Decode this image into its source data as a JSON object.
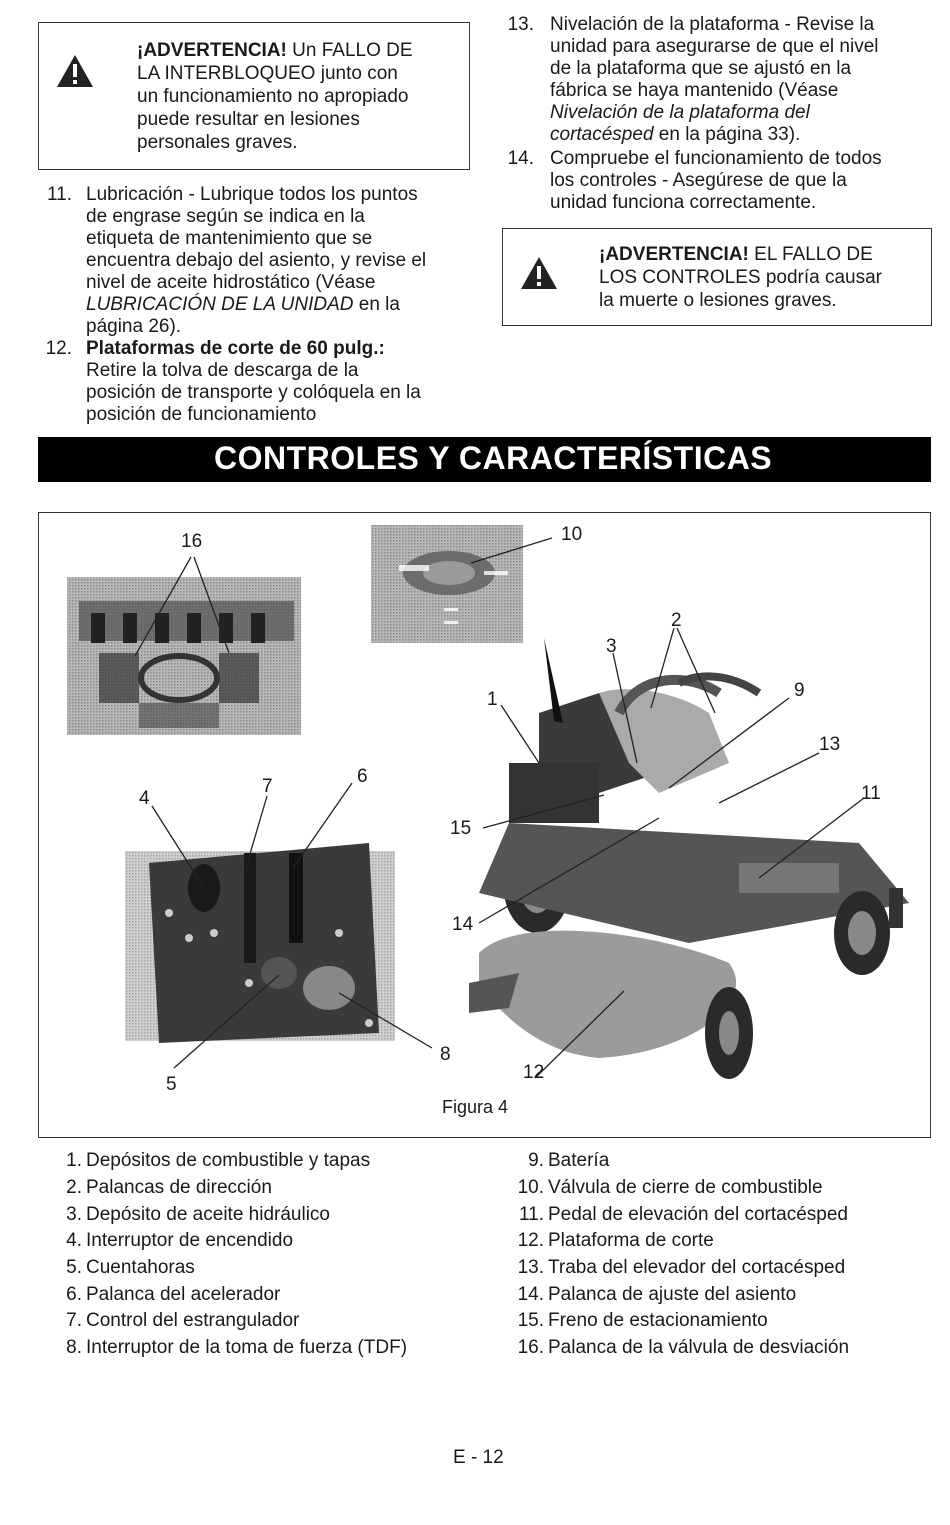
{
  "warning1": {
    "label": "¡ADVERTENCIA!",
    "line1_rest": " Un FALLO DE",
    "line2": "LA INTERBLOQUEO junto con",
    "line3": "un funcionamiento no apropiado",
    "line4": "puede resultar en lesiones",
    "line5": "personales graves."
  },
  "items_left": {
    "i11": {
      "num": "11.",
      "l1": "Lubricación - Lubrique todos los puntos",
      "l2": "de engrase según se indica en la",
      "l3": "etiqueta de mantenimiento que se",
      "l4": "encuentra debajo del asiento, y revise el",
      "l5": "nivel de aceite hidrostático (Véase",
      "l6_italic": "LUBRICACIÓN DE LA UNIDAD",
      "l6_rest": " en la",
      "l7": "página 26)."
    },
    "i12": {
      "num": "12.",
      "l1_bold": "Plataformas de corte de 60 pulg.:",
      "l2": "Retire la tolva de descarga de la",
      "l3": "posición de transporte y colóquela en la",
      "l4": "posición de funcionamiento"
    }
  },
  "items_right": {
    "i13": {
      "num": "13.",
      "l1": "Nivelación de la plataforma - Revise la",
      "l2": "unidad para asegurarse de que el nivel",
      "l3": "de la plataforma que se ajustó en la",
      "l4": "fábrica se haya mantenido (Véase",
      "l5_italic": "Nivelación de la plataforma del",
      "l6_italic": "cortacésped",
      "l6_rest": " en la página 33)."
    },
    "i14": {
      "num": "14.",
      "l1": "Compruebe el funcionamiento de todos",
      "l2": "los controles - Asegúrese de que la",
      "l3": "unidad funciona correctamente."
    }
  },
  "warning2": {
    "label": "¡ADVERTENCIA!",
    "line1_rest": " EL FALLO DE",
    "line2": "LOS CONTROLES podría causar",
    "line3": "la muerte o lesiones graves."
  },
  "section_title": "CONTROLES Y CARACTERÍSTICAS",
  "figure": {
    "caption": "Figura 4",
    "callouts": {
      "c1": "1",
      "c2": "2",
      "c3": "3",
      "c4": "4",
      "c5": "5",
      "c6": "6",
      "c7": "7",
      "c8": "8",
      "c9": "9",
      "c10": "10",
      "c11": "11",
      "c12": "12",
      "c13": "13",
      "c14": "14",
      "c15": "15",
      "c16": "16"
    }
  },
  "legend_left": [
    {
      "num": "1.",
      "text": "Depósitos de combustible y tapas"
    },
    {
      "num": "2.",
      "text": "Palancas de dirección"
    },
    {
      "num": "3.",
      "text": "Depósito de aceite hidráulico"
    },
    {
      "num": "4.",
      "text": "Interruptor de encendido"
    },
    {
      "num": "5.",
      "text": "Cuentahoras"
    },
    {
      "num": "6.",
      "text": "Palanca del acelerador"
    },
    {
      "num": "7.",
      "text": "Control del estrangulador"
    },
    {
      "num": "8.",
      "text": "Interruptor de la toma de fuerza (TDF)"
    }
  ],
  "legend_right": [
    {
      "num": "9.",
      "text": "Batería"
    },
    {
      "num": "10.",
      "text": "Válvula de cierre de combustible"
    },
    {
      "num": "11.",
      "text": "Pedal de elevación del cortacésped"
    },
    {
      "num": "12.",
      "text": "Plataforma de corte"
    },
    {
      "num": "13.",
      "text": "Traba del elevador del cortacésped"
    },
    {
      "num": "14.",
      "text": "Palanca de ajuste del asiento"
    },
    {
      "num": "15.",
      "text": "Freno de estacionamiento"
    },
    {
      "num": "16.",
      "text": "Palanca de la válvula de desviación"
    }
  ],
  "page_number": "E - 12"
}
